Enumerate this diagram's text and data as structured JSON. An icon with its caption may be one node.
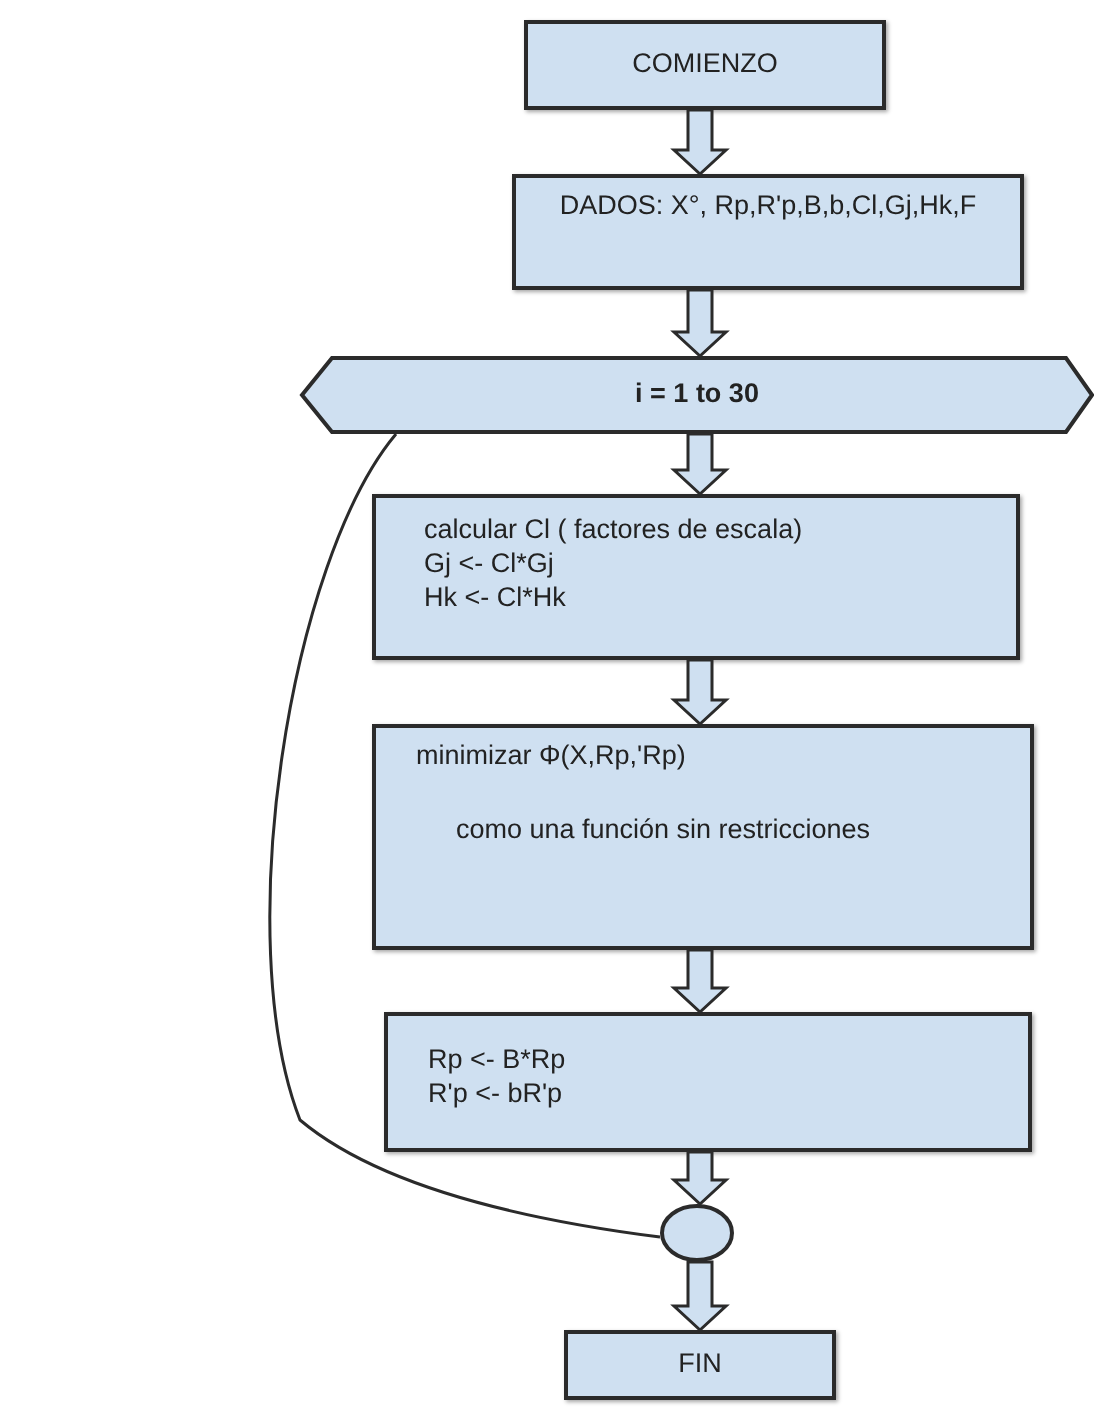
{
  "diagram": {
    "nodes": [
      {
        "text": [
          "COMIENZO"
        ]
      },
      {
        "text": [
          "DADOS: X°, Rp,R'p,B,b,Cl,Gj,Hk,F"
        ]
      },
      {
        "text": [
          "i = 1 to 30"
        ]
      },
      {
        "text": [
          "calcular Cl ( factores de escala)",
          "Gj <- Cl*Gj",
          "Hk <- Cl*Hk"
        ]
      },
      {
        "text": [
          "minimizar Φ(X,Rp,'Rp)",
          "como una función sin restricciones"
        ]
      },
      {
        "text": [
          "Rp <- B*Rp",
          "R'p <- bR'p"
        ]
      },
      {
        "text": [],
        "shape": "circle"
      },
      {
        "text": [
          "FIN"
        ]
      }
    ],
    "edges": [
      {
        "from": 0,
        "to": 1,
        "arrow": "to"
      },
      {
        "from": 1,
        "to": 2,
        "arrow": "to"
      },
      {
        "from": 2,
        "to": 3,
        "arrow": "to"
      },
      {
        "from": 3,
        "to": 4,
        "arrow": "to"
      },
      {
        "from": 4,
        "to": 5,
        "arrow": "to"
      },
      {
        "from": 5,
        "to": 6,
        "arrow": "to"
      },
      {
        "from": 6,
        "to": 7,
        "arrow": "to"
      },
      {
        "from": 2,
        "to": 6,
        "arrow": "none"
      }
    ]
  }
}
